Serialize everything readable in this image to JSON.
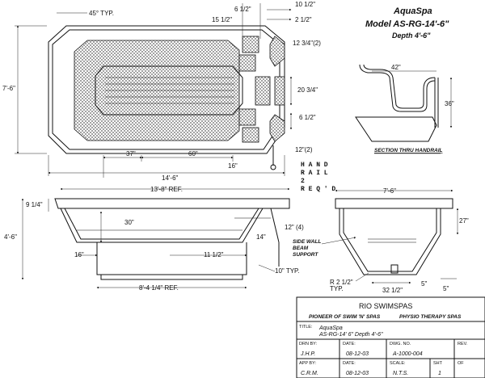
{
  "title": {
    "name": "AquaSpa",
    "model": "Model AS-RG-14'-6\"",
    "depth": "Depth 4'-6\""
  },
  "plan_view": {
    "corner_note": "45° TYP.",
    "dims": {
      "overall_width": "7'-6\"",
      "overall_length": "14'-6\"",
      "d1": "6 1/2\"",
      "d2": "10 1/2\"",
      "d3": "15 1/2\"",
      "d4": "2 1/2\"",
      "d5": "12 3/4\"(2)",
      "d6": "20 3/4\"",
      "d7": "6 1/2\"",
      "d8": "12\"(2)",
      "d9": "37\"",
      "d10": "60\"",
      "d11": "16\""
    },
    "handrail_note": [
      "H A N D",
      "R A I L",
      "2",
      "R E Q ' D"
    ]
  },
  "section_handrail": {
    "label": "SECTION THRU HANDRAIL",
    "width": "42\"",
    "height": "36\""
  },
  "side_elevation": {
    "ref_top": "13'-8\" REF.",
    "ref_bottom": "8'-4 1/4\" REF.",
    "left_top": "9 1/4\"",
    "depth": "4'-6\"",
    "step1": "30\"",
    "step2": "16\"",
    "step3": "11 1/2\"",
    "step4": "14\"",
    "right": "12\" (4)",
    "typ": "10\" TYP."
  },
  "end_elevation": {
    "width": "7'-6\"",
    "height": "27\"",
    "beam_note": [
      "SIDE WALL",
      "BEAM",
      "SUPPORT"
    ],
    "radius": "R 2 1/2\"",
    "radius_typ": "TYP.",
    "bottom_width": "32 1/2\"",
    "bottom_a": "5\"",
    "bottom_b": "5\""
  },
  "title_block": {
    "company": "RIO SWIMSPAS",
    "tagline_left": "PIONEER OF SWIM 'N' SPAS",
    "tagline_right": "PHYSIO THERAPY SPAS",
    "title_label": "TITLE:",
    "title_line1": "AquaSpa",
    "title_line2": "AS-RG-14' 6\" Depth 4'-6\"",
    "drn_label": "DRN BY:",
    "drn_val": "J.H.P.",
    "date_label": "DATE:",
    "date_val": "08-12-03",
    "dwg_label": "DWG. NO.",
    "dwg_val": "A-1000-004",
    "rev_label": "REV.",
    "app_label": "APP BY:",
    "app_val": "C.R.M.",
    "date2_label": "DATE:",
    "date2_val": "08-12-03",
    "scale_label": "SCALE:",
    "scale_val": "N.T.S.",
    "sht_label": "SHT",
    "sht_val": "1",
    "of_label": "OF"
  }
}
